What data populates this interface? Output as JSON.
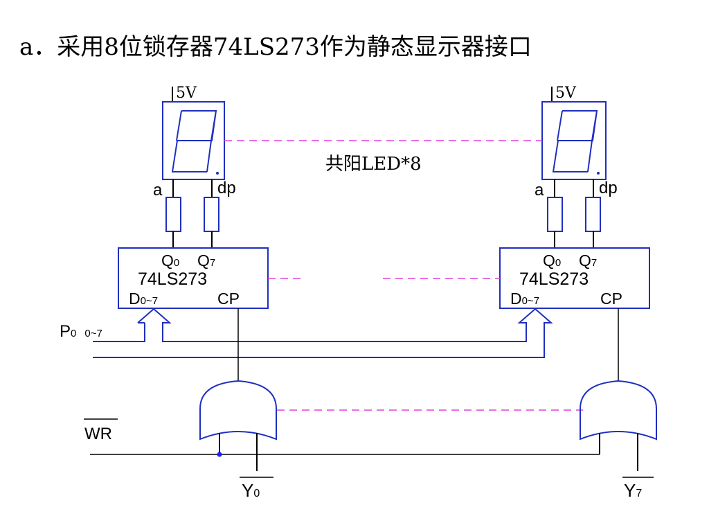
{
  "title": "a．采用8位锁存器74LS273作为静态显示器接口",
  "led": {
    "supply": "5V",
    "seg_a": "a",
    "seg_dp": "dp",
    "group_label": "共阳LED*8"
  },
  "latch": {
    "chip_name": "74LS273",
    "q0_main": "Q",
    "q0_sub": "0",
    "q7_main": "Q",
    "q7_sub": "7",
    "d_main": "D",
    "d_sub": "0~7",
    "cp": "CP"
  },
  "signals": {
    "p_main": "P",
    "p_sub": "0",
    "p_range": "0~7",
    "wr": "WR",
    "y0_main": "Y",
    "y0_sub": "0",
    "y7_main": "Y",
    "y7_sub": "7"
  },
  "colors": {
    "component": "#1f2fbf",
    "dashed": "#e040e0",
    "wire": "#000000",
    "junction": "#2020ff"
  }
}
